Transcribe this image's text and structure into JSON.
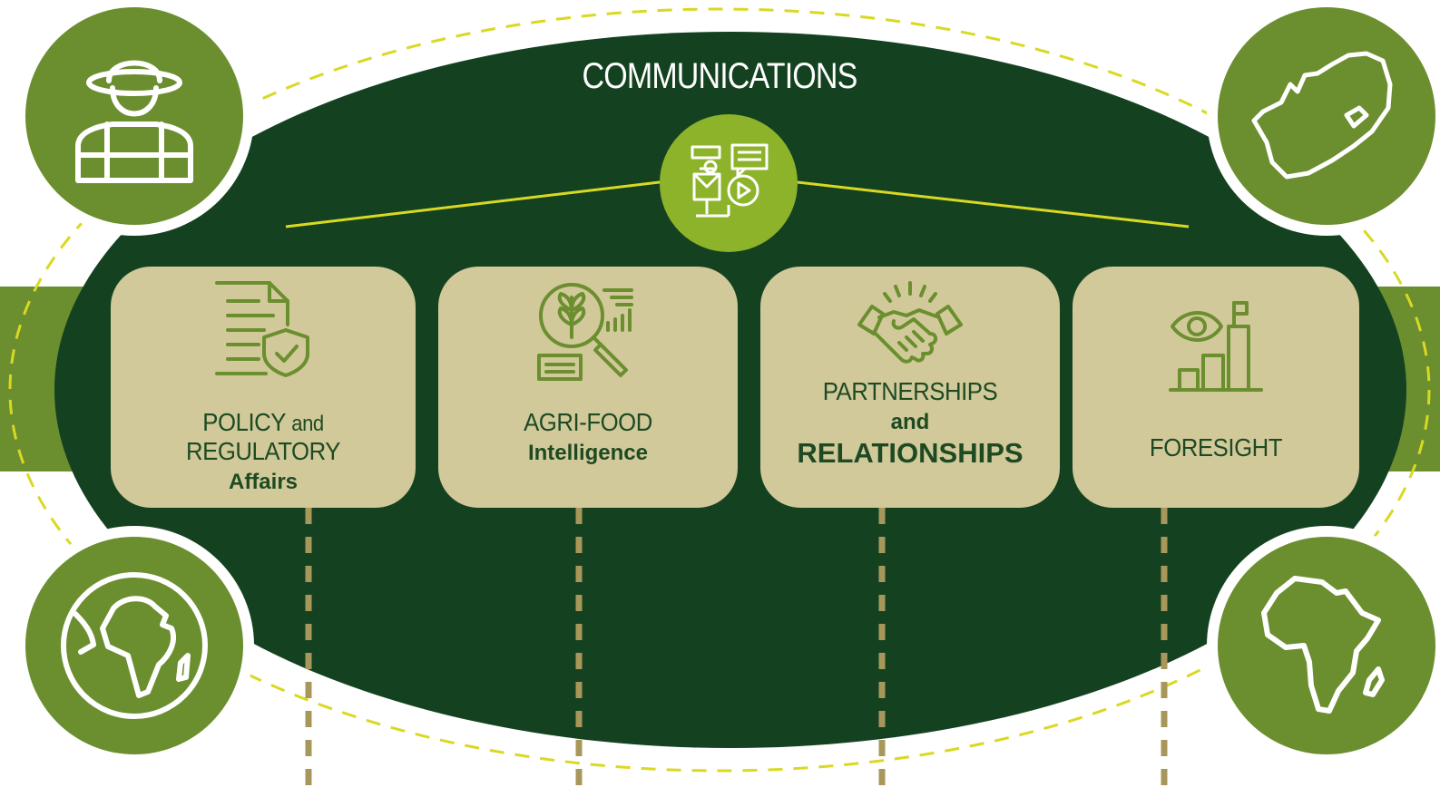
{
  "title": "COMMUNICATIONS",
  "colors": {
    "dark_green": "#144220",
    "mid_green": "#6b8e2f",
    "lime": "#8db32b",
    "line_yellow": "#d9d923",
    "card_beige": "#d1c99a",
    "dash_gold": "#a8975a"
  },
  "hub_icon": "communications-media-icon",
  "corners": [
    {
      "id": "farmer",
      "icon": "farmer-icon"
    },
    {
      "id": "south-africa",
      "icon": "south-africa-map-icon"
    },
    {
      "id": "world",
      "icon": "globe-icon"
    },
    {
      "id": "africa",
      "icon": "africa-map-icon"
    }
  ],
  "pillars": [
    {
      "icon": "policy-document-shield-icon",
      "line1a": "POLICY",
      "line1b": "and",
      "line1c": "REGULATORY",
      "line2": "Affairs"
    },
    {
      "icon": "agri-research-magnifier-icon",
      "line1": "AGRI-FOOD",
      "line2": "Intelligence"
    },
    {
      "icon": "handshake-icon",
      "line1": "PARTNERSHIPS",
      "line_and": "and",
      "line2": "RELATIONSHIPS"
    },
    {
      "icon": "foresight-eye-chart-icon",
      "line1": "FORESIGHT"
    }
  ]
}
